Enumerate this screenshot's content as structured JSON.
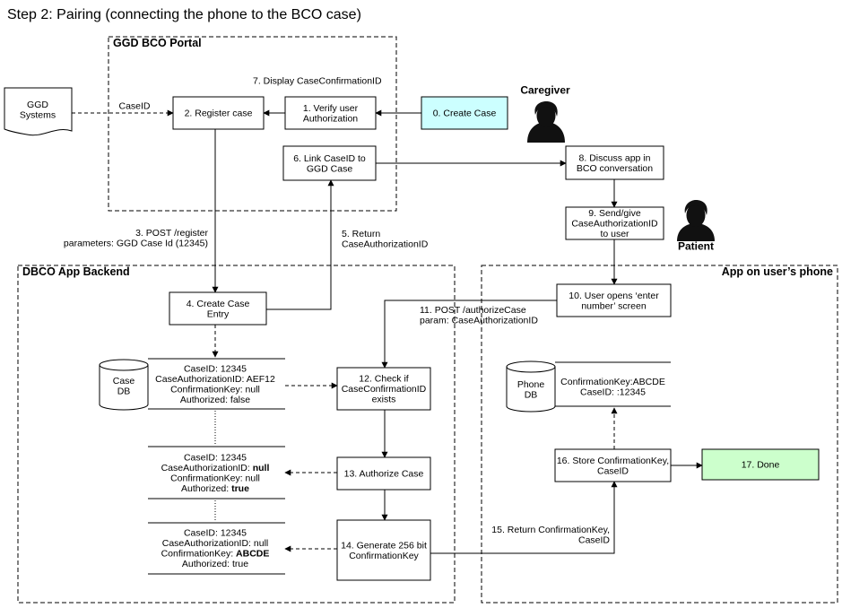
{
  "title": "Step 2: Pairing (connecting the phone to the BCO case)",
  "regions": {
    "portal": "GGD BCO Portal",
    "backend": "DBCO App Backend",
    "phone": "App on user’s phone"
  },
  "actors": {
    "caregiver": "Caregiver",
    "patient": "Patient"
  },
  "colors": {
    "create_case_fill": "#ccffff",
    "done_fill": "#ccffcc",
    "stroke": "#000000"
  },
  "nodes": {
    "ggd_systems": [
      "GGD",
      "Systems"
    ],
    "register_case": [
      "2. Register case"
    ],
    "verify_auth": [
      "1. Verify user",
      "Authorization"
    ],
    "create_case": [
      "0. Create Case"
    ],
    "link_case": [
      "6. Link CaseID to",
      "GGD Case"
    ],
    "discuss_app": [
      "8. Discuss app in",
      "BCO conversation"
    ],
    "send_give": [
      "9. Send/give",
      "CaseAuthorizationID",
      "to user"
    ],
    "create_entry": [
      "4. Create Case",
      "Entry"
    ],
    "user_opens": [
      "10. User opens ‘enter",
      "number’ screen"
    ],
    "check_if": [
      "12. Check if",
      "CaseConfirmationID",
      "exists"
    ],
    "authorize_case": [
      "13. Authorize Case"
    ],
    "generate_key": [
      "14. Generate 256 bit",
      "ConfirmationKey"
    ],
    "store_key": [
      "16. Store ConfirmationKey,",
      "CaseID"
    ],
    "done": [
      "17. Done"
    ]
  },
  "databases": {
    "case_db": [
      "Case",
      "DB"
    ],
    "phone_db": [
      "Phone",
      "DB"
    ]
  },
  "records": {
    "case_record_1": [
      {
        "text": "CaseID: 12345"
      },
      {
        "text": "CaseAuthorizationID: AEF12"
      },
      {
        "text": "ConfirmationKey: null"
      },
      {
        "text": "Authorized: false"
      }
    ],
    "case_record_2": [
      {
        "text": "CaseID: 12345"
      },
      {
        "prefix": "CaseAuthorizationID: ",
        "bold": "null"
      },
      {
        "text": "ConfirmationKey: null"
      },
      {
        "prefix": "Authorized: ",
        "bold": "true"
      }
    ],
    "case_record_3": [
      {
        "text": "CaseID: 12345"
      },
      {
        "text": "CaseAuthorizationID: null"
      },
      {
        "prefix": "ConfirmationKey: ",
        "bold": "ABCDE"
      },
      {
        "text": "Authorized: true"
      }
    ],
    "phone_record": [
      {
        "text": "ConfirmationKey:ABCDE"
      },
      {
        "text": "CaseID: :12345"
      }
    ]
  },
  "edge_labels": {
    "case_id": [
      "CaseID"
    ],
    "display_confirmation": [
      "7. Display CaseConfirmationID"
    ],
    "post_register": [
      "3. POST  /register",
      "parameters: GGD Case Id (12345)"
    ],
    "return_auth": [
      "5. Return",
      "CaseAuthorizationID"
    ],
    "post_authorize": [
      "11. POST /authorizeCase",
      "param: CaseAuthorizationID"
    ],
    "return_key": [
      "15. Return ConfirmationKey,",
      "CaseID"
    ]
  }
}
